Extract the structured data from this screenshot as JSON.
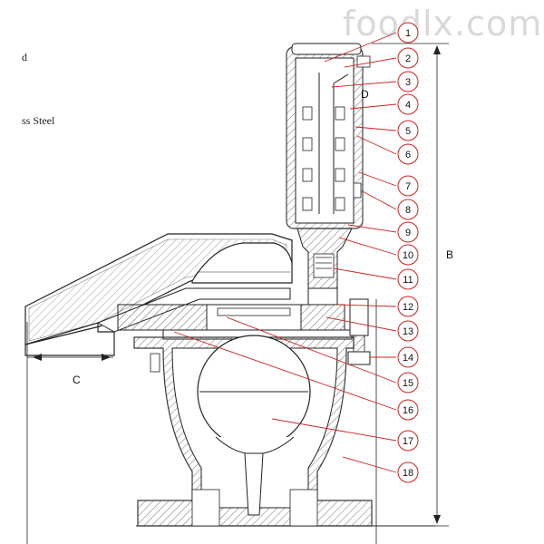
{
  "watermark": "foodlx.com",
  "left_text": {
    "line1": "d",
    "line2": "ss Steel"
  },
  "dimensions": {
    "B": "B",
    "C": "C",
    "D": "D"
  },
  "callouts": [
    "1",
    "2",
    "3",
    "4",
    "5",
    "6",
    "7",
    "8",
    "9",
    "10",
    "11",
    "12",
    "13",
    "14",
    "15",
    "16",
    "17",
    "18"
  ],
  "colors": {
    "callout_circle": "#cc2222",
    "leader_line": "#cc2222",
    "outline": "#222222",
    "hatch": "#555555"
  }
}
